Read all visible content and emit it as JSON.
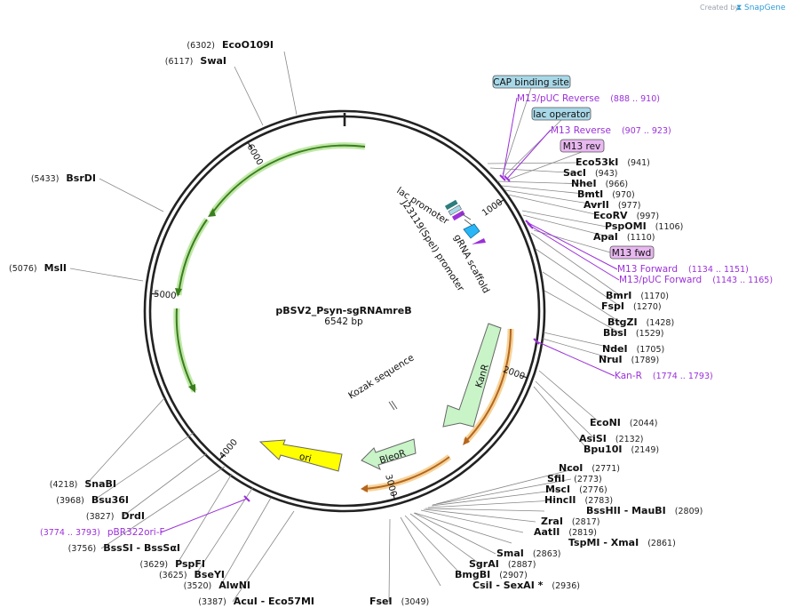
{
  "credit": {
    "created_by": "Created by",
    "brand": "SnapGene"
  },
  "plasmid": {
    "name": "pBSV2_Psyn-sgRNAmreB",
    "length": "6542 bp",
    "bp": 6542
  },
  "ticks": [
    "1000",
    "2000",
    "3000",
    "4000",
    "5000",
    "6000"
  ],
  "sites": [
    {
      "name": "EcoO109I",
      "pos": "(6302)"
    },
    {
      "name": "SwaI",
      "pos": "(6117)"
    },
    {
      "name": "BsrDI",
      "pos": "(5433)"
    },
    {
      "name": "MslI",
      "pos": "(5076)"
    },
    {
      "name": "Eco53kI",
      "pos": "(941)"
    },
    {
      "name": "SacI",
      "pos": "(943)"
    },
    {
      "name": "NheI",
      "pos": "(966)"
    },
    {
      "name": "BmtI",
      "pos": "(970)"
    },
    {
      "name": "AvrII",
      "pos": "(977)"
    },
    {
      "name": "EcoRV",
      "pos": "(997)"
    },
    {
      "name": "PspOMI",
      "pos": "(1106)"
    },
    {
      "name": "ApaI",
      "pos": "(1110)"
    },
    {
      "name": "BmrI",
      "pos": "(1170)"
    },
    {
      "name": "FspI",
      "pos": "(1270)"
    },
    {
      "name": "BtgZI",
      "pos": "(1428)"
    },
    {
      "name": "BbsI",
      "pos": "(1529)"
    },
    {
      "name": "NdeI",
      "pos": "(1705)"
    },
    {
      "name": "NruI",
      "pos": "(1789)"
    },
    {
      "name": "EcoNI",
      "pos": "(2044)"
    },
    {
      "name": "AsiSI",
      "pos": "(2132)"
    },
    {
      "name": "Bpu10I",
      "pos": "(2149)"
    },
    {
      "name": "NcoI",
      "pos": "(2771)"
    },
    {
      "name": "SfiI",
      "pos": "(2773)"
    },
    {
      "name": "MscI",
      "pos": "(2776)"
    },
    {
      "name": "HincII",
      "pos": "(2783)"
    },
    {
      "name": "BssHII - MauBI",
      "pos": "(2809)"
    },
    {
      "name": "ZraI",
      "pos": "(2817)"
    },
    {
      "name": "AatII",
      "pos": "(2819)"
    },
    {
      "name": "TspMI - XmaI",
      "pos": "(2861)"
    },
    {
      "name": "SmaI",
      "pos": "(2863)"
    },
    {
      "name": "SgrAI",
      "pos": "(2887)"
    },
    {
      "name": "BmgBI",
      "pos": "(2907)"
    },
    {
      "name": "CsiI - SexAI *",
      "pos": "(2936)"
    },
    {
      "name": "FseI",
      "pos": "(3049)"
    },
    {
      "name": "AcuI - Eco57MI",
      "pos": "(3387)"
    },
    {
      "name": "AlwNI",
      "pos": "(3520)"
    },
    {
      "name": "BseYI",
      "pos": "(3625)"
    },
    {
      "name": "PspFI",
      "pos": "(3629)"
    },
    {
      "name": "BssSI - BssSαI",
      "pos": "(3756)"
    },
    {
      "name": "DrdI",
      "pos": "(3827)"
    },
    {
      "name": "Bsu36I",
      "pos": "(3968)"
    },
    {
      "name": "SnaBI",
      "pos": "(4218)"
    }
  ],
  "primers": [
    {
      "name": "M13/pUC Reverse",
      "pos": "(888 .. 910)"
    },
    {
      "name": "M13 Reverse",
      "pos": "(907 .. 923)"
    },
    {
      "name": "M13 Forward",
      "pos": "(1134 .. 1151)"
    },
    {
      "name": "M13/pUC Forward",
      "pos": "(1143 .. 1165)"
    },
    {
      "name": "Kan-R",
      "pos": "(1774 .. 1793)"
    },
    {
      "name": "pBR322ori-F",
      "pos": "(3774 .. 3793)"
    }
  ],
  "boxed_features": {
    "cap": "CAP binding site",
    "lac_op": "lac operator",
    "m13rev": "M13 rev",
    "m13fwd": "M13 fwd"
  },
  "features": {
    "lac_promoter": "lac promoter",
    "j23119": "J23119(SpeI) promoter",
    "grna": "gRNA scaffold",
    "kanr": "KanR",
    "bleor": "BleoR",
    "ori": "ori",
    "kozak": "Kozak sequence"
  },
  "colors": {
    "backbone": "#222222",
    "orf_green": "#3a7d1e",
    "orf_halo": "#bfe8a6",
    "orf_orange": "#b5651d",
    "orf_orange_halo": "#f6d39a",
    "kanr_fill": "#c8f4c8",
    "bleor_fill": "#c8f4c8",
    "ori_fill": "#ffff00",
    "primer": "#9b30d9",
    "box_blue": "#a8d8e8",
    "box_purple": "#e8b8f0"
  }
}
